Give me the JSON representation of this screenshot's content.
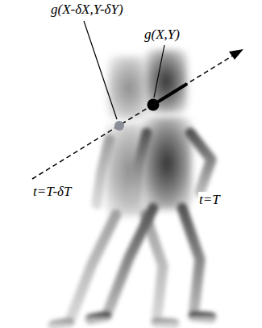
{
  "diagram": {
    "labels": [
      "g(X-δX,Y-δY)",
      "g(X,Y)",
      "t=T-δT",
      "t=T"
    ]
  }
}
